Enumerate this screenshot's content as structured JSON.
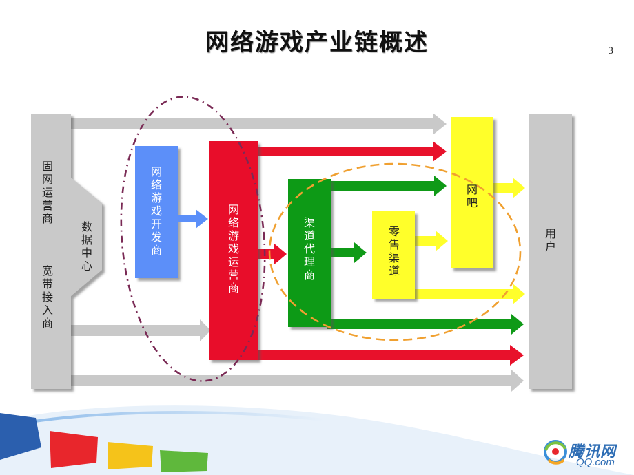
{
  "title": "网络游戏产业链概述",
  "page_number": "3",
  "nodes": {
    "fixed_operator": "固网运营商",
    "broadband": "宽带接入商",
    "data_center": "数据中心",
    "developer": "网络游戏开发商",
    "operator": "网络游戏运营商",
    "channel_agent": "渠道代理商",
    "retail": "零售渠道",
    "netcafe": "网吧",
    "user": "用户"
  },
  "logo": {
    "name": "腾讯网",
    "domain": "QQ.com"
  },
  "colors": {
    "gray": "#c9c9c9",
    "blue": "#5b8ff9",
    "red": "#e8112b",
    "green": "#0f9a17",
    "yellow": "#ffff2a",
    "purple_dash": "#7a2a55",
    "orange_dash": "#f0a030"
  }
}
